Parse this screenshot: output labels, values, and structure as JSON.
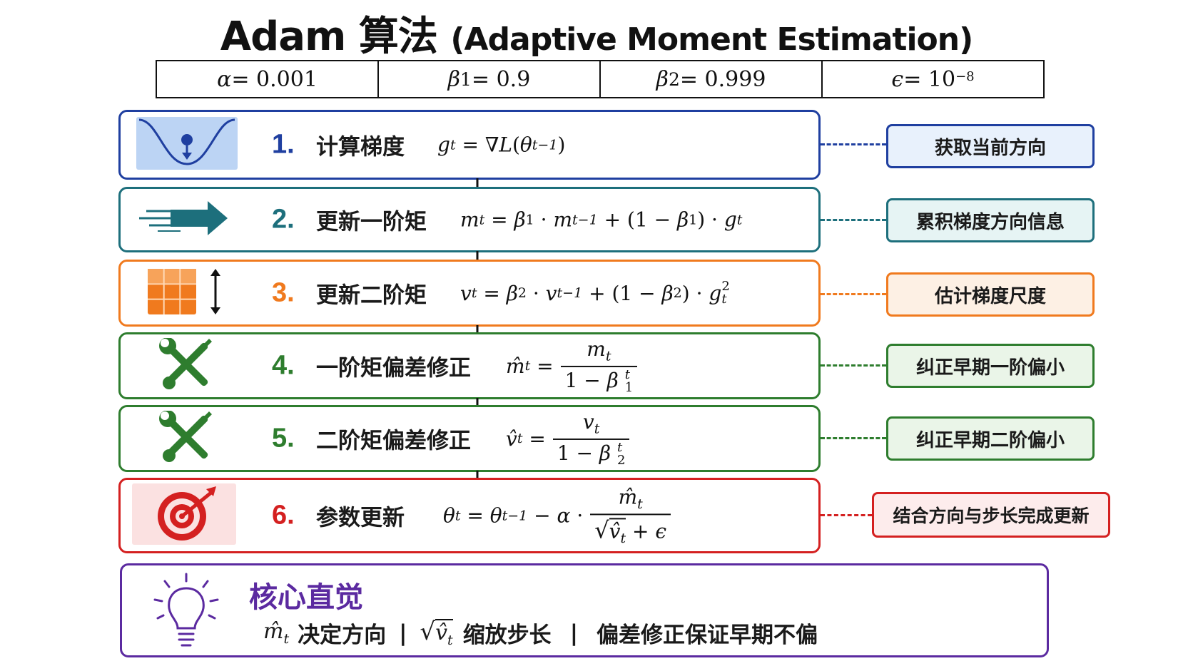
{
  "header": {
    "title_main": "Adam 算法",
    "title_sub": "(Adaptive Moment Estimation)"
  },
  "params": [
    {
      "symbol": "α",
      "sub": "",
      "value": " = 0.001",
      "exp": ""
    },
    {
      "symbol": "β",
      "sub": "1",
      "value": " = 0.9",
      "exp": ""
    },
    {
      "symbol": "β",
      "sub": "2",
      "value": " = 0.999",
      "exp": ""
    },
    {
      "symbol": "ϵ",
      "sub": "",
      "value": " = 10",
      "exp": "−8"
    }
  ],
  "steps": [
    {
      "num": "1.",
      "label": "计算梯度",
      "note": "获取当前方向",
      "color": "#1f3fa0",
      "note_bg": "#e8f1fc",
      "icon": "valley-descent-icon"
    },
    {
      "num": "2.",
      "label": "更新一阶矩",
      "note": "累积梯度方向信息",
      "color": "#1d6f7c",
      "note_bg": "#e6f4f4",
      "icon": "momentum-arrow-icon"
    },
    {
      "num": "3.",
      "label": "更新二阶矩",
      "note": "估计梯度尺度",
      "color": "#f07a1e",
      "note_bg": "#fdf0e4",
      "icon": "grid-scale-icon"
    },
    {
      "num": "4.",
      "label": "一阶矩偏差修正",
      "note": "纠正早期一阶偏小",
      "color": "#2e7d2e",
      "note_bg": "#eaf5e8",
      "icon": "tools-icon"
    },
    {
      "num": "5.",
      "label": "二阶矩偏差修正",
      "note": "纠正早期二阶偏小",
      "color": "#2e7d2e",
      "note_bg": "#eaf5e8",
      "icon": "tools-icon"
    },
    {
      "num": "6.",
      "label": "参数更新",
      "note": "结合方向与步长完成更新",
      "color": "#d42020",
      "note_bg": "#fdecec",
      "icon": "target-icon"
    }
  ],
  "formulas": {
    "f1": {
      "g": "g",
      "t": "t",
      "eq": " = ∇",
      "L": "L",
      "lp": "(",
      "theta": "θ",
      "tm1": "t−1",
      "rp": ")"
    },
    "f2": {
      "m": "m",
      "t": "t",
      "eq": " = ",
      "b": "β",
      "one": "1",
      "dot": " · ",
      "m2": "m",
      "tm1": "t−1",
      "plus": " + (1 − ",
      "b2": "β",
      "one2": "1",
      "rp": ") · ",
      "g": "g",
      "t2": "t"
    },
    "f3": {
      "v": "v",
      "t": "t",
      "eq": " = ",
      "b": "β",
      "two": "2",
      "dot": " · ",
      "v2": "v",
      "tm1": "t−1",
      "plus": " + (1 − ",
      "b2": "β",
      "two2": "2",
      "rp": ") · ",
      "g": "g",
      "sq": "2",
      "t2": "t"
    },
    "f4": {
      "mhat": "m̂",
      "t": "t",
      "eq": " =",
      "num_m": "m",
      "num_t": "t",
      "den": "1 − ",
      "b": "β",
      "bt": "t",
      "b1": "1"
    },
    "f5": {
      "vhat": "v̂",
      "t": "t",
      "eq": " =",
      "num_v": "v",
      "num_t": "t",
      "den": "1 − ",
      "b": "β",
      "bt": "t",
      "b2": "2"
    },
    "f6": {
      "theta": "θ",
      "t": "t",
      "eq": " = ",
      "theta2": "θ",
      "tm1": "t−1",
      "minus": " − ",
      "alpha": "α",
      "dot": " ·",
      "num_m": "m̂",
      "num_t": "t",
      "sqrt": "√",
      "vhat": "v̂",
      "vt": "t",
      "plus": " + ",
      "eps": "ϵ"
    }
  },
  "intuition": {
    "title": "核心直觉",
    "m_sym": "m̂",
    "m_sub": "t",
    "part1": "决定方向",
    "sep": "|",
    "sqrt_sym": "√",
    "v_sym": "v̂",
    "v_sub": "t",
    "part2": "缩放步长",
    "part3": "偏差修正保证早期不偏",
    "color": "#5b2aa0"
  }
}
